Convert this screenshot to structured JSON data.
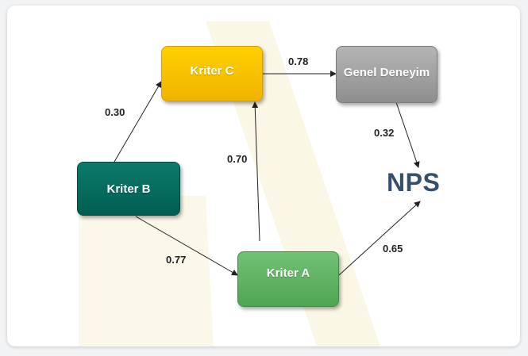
{
  "nodes": {
    "kriter_c": "Kriter C",
    "genel_deneyim": "Genel Deneyim",
    "kriter_b": "Kriter B",
    "kriter_a": "Kriter A",
    "nps": "NPS"
  },
  "edges": {
    "b_to_c": "0.30",
    "c_to_genel": "0.78",
    "a_to_c": "0.70",
    "genel_to_nps": "0.32",
    "b_to_a": "0.77",
    "a_to_nps": "0.65"
  },
  "colors": {
    "kriter_c": "#f5bf00",
    "genel_deneyim": "#a0a0a0",
    "kriter_b": "#006b5d",
    "kriter_a": "#5fb563",
    "nps_text": "#34506b"
  }
}
